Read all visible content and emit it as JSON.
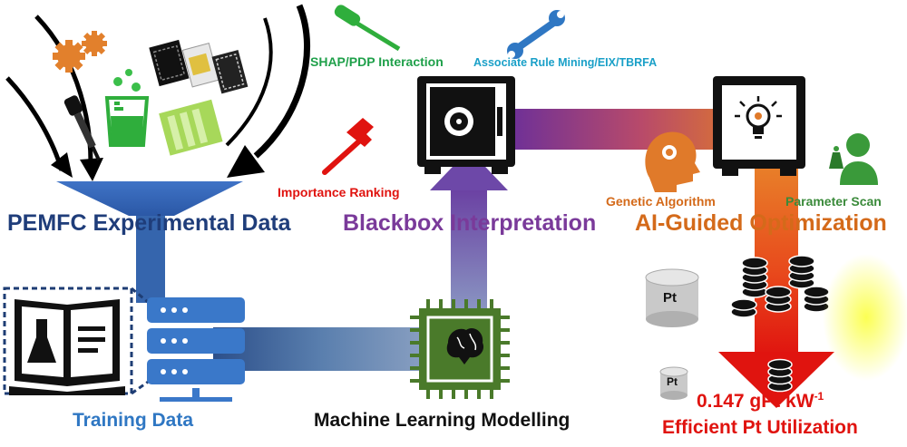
{
  "stages": {
    "experimental": "PEMFC Experimental Data",
    "training": "Training Data",
    "ml": "Machine Learning Modelling",
    "blackbox": "Blackbox Interpretation",
    "optimization": "AI-Guided Optimization"
  },
  "methods": {
    "shap": "SHAP/PDP Interaction",
    "associate": "Associate Rule Mining/EIX/TBRFA",
    "importance": "Importance Ranking",
    "genetic": "Genetic Algorithm",
    "scan": "Parameter Scan"
  },
  "result": {
    "value": "0.147 gPt kW",
    "exponent": "-1",
    "caption": "Efficient Pt Utilization"
  },
  "cylinder_label": "Pt",
  "colors": {
    "navy": "#1f3d7a",
    "training_blue": "#2f77c3",
    "purple": "#7a3a9a",
    "orange": "#d46a1a",
    "red": "#e0130f",
    "green_text": "#1fa04a",
    "teal_text": "#1aa0c8",
    "server_blue": "#3a78c9",
    "chip_green": "#4a7a2a"
  },
  "icons": [
    "gear-icon",
    "dropper-icon",
    "beaker-icon",
    "membrane-icon",
    "funnel-icon",
    "book-icon",
    "server-icon",
    "chip-icon",
    "brain-icon",
    "safe-icon",
    "bulb-icon",
    "screwdriver-icon",
    "wrench-icon",
    "hammer-icon",
    "head-gear-icon",
    "scientist-icon",
    "coin-stack-icon",
    "pt-cylinder-icon"
  ]
}
